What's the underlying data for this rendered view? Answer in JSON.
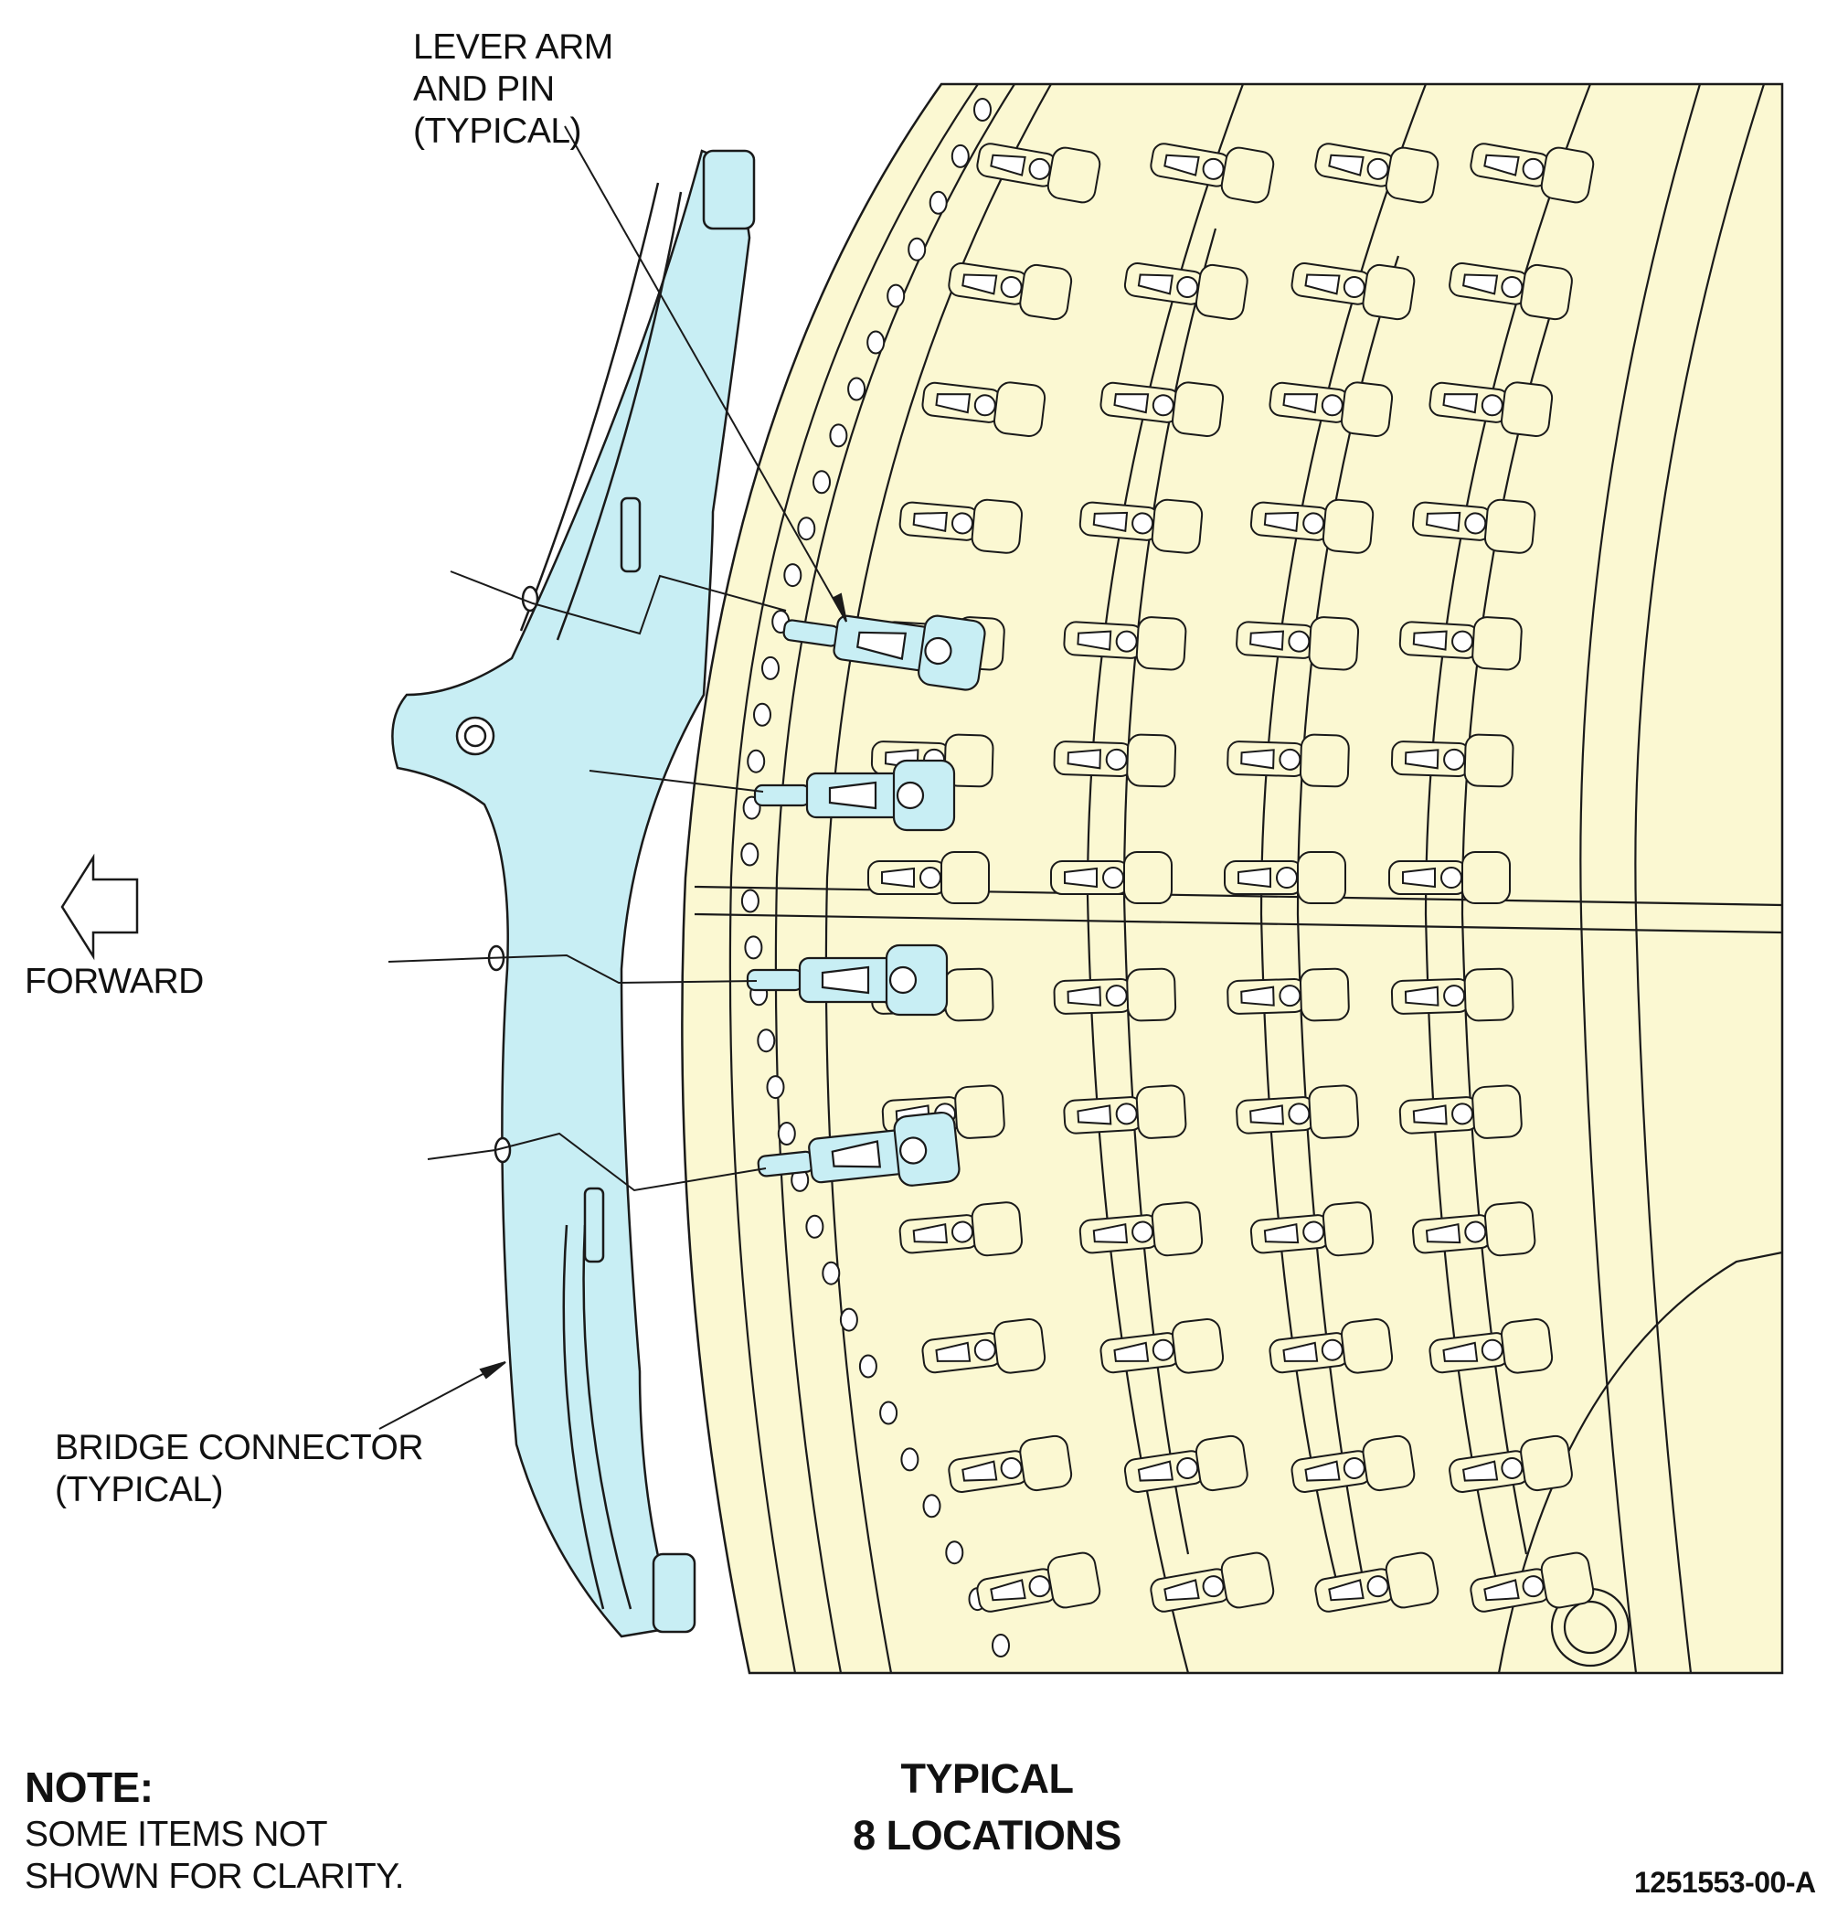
{
  "callouts": {
    "lever_arm": [
      "LEVER ARM",
      "AND PIN",
      "(TYPICAL)"
    ],
    "bridge_connector": [
      "BRIDGE CONNECTOR",
      "(TYPICAL)"
    ],
    "forward": "FORWARD"
  },
  "note": {
    "heading": "NOTE:",
    "lines": [
      "SOME  ITEMS NOT",
      "SHOWN FOR CLARITY."
    ]
  },
  "caption": [
    "TYPICAL",
    "8 LOCATIONS"
  ],
  "figure_id": "1251553-00-A",
  "colors": {
    "assembly_fill": "#fbf8d2",
    "highlight_fill": "#c8eef4",
    "line": "#1a1a1a"
  }
}
